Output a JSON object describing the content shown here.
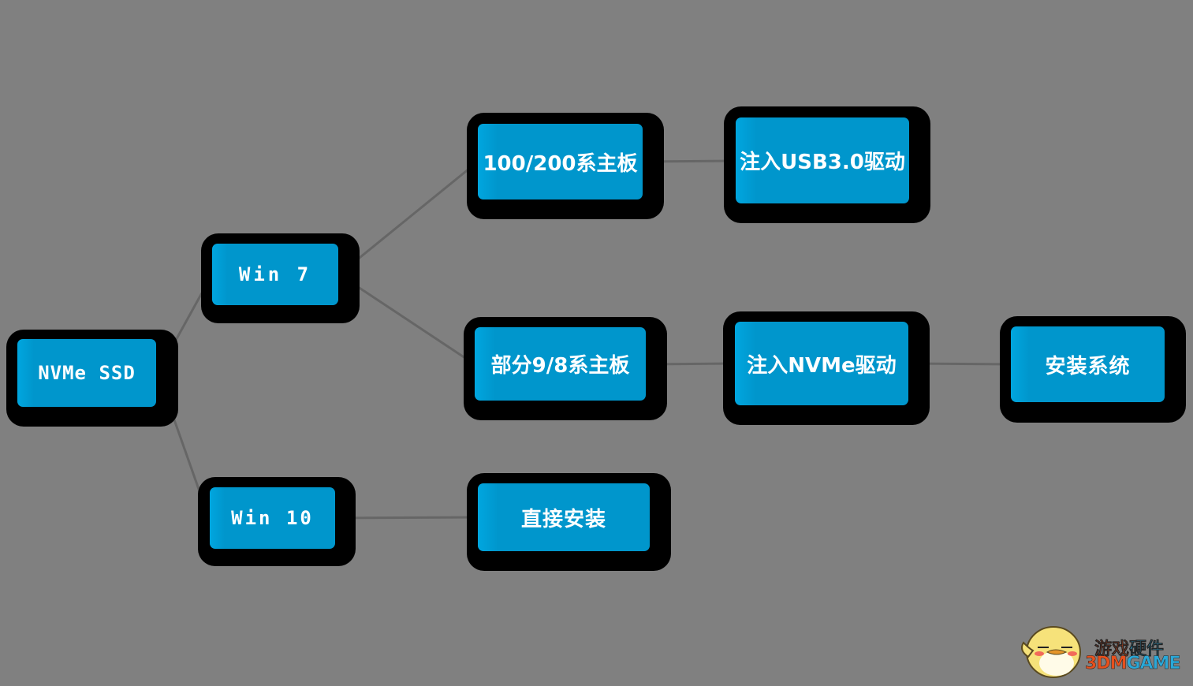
{
  "nodes": {
    "nvme_ssd": "NVMe SSD",
    "win7": "Win 7",
    "win10": "Win 10",
    "board_100_200": "100/200系主板",
    "board_9_8": "部分9/8系主板",
    "direct_install": "直接安装",
    "inject_usb3": "注入USB3.0驱动",
    "inject_nvme": "注入NVMe驱动",
    "install_system": "安装系统"
  },
  "watermark": {
    "line1_a": "游戏",
    "line1_b": "硬件",
    "line2_a": "3DM",
    "line2_b": "GAME"
  },
  "colors": {
    "background": "#808080",
    "node_fill": "#0096cc",
    "node_shadow": "#000000",
    "connector": "#666666"
  }
}
